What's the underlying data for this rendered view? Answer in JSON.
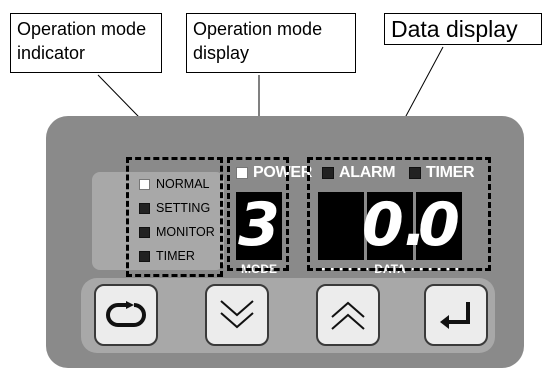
{
  "callouts": {
    "operation_mode_indicator": [
      "Operation mode",
      "indicator"
    ],
    "operation_mode_display": [
      "Operation mode",
      "display"
    ],
    "data_display": "Data display"
  },
  "indicators": {
    "normal": "NORMAL",
    "setting": "SETTING",
    "monitor": "MONITOR",
    "timer": "TIMER"
  },
  "top_indicators": {
    "power": "POWER",
    "alarm": "ALARM",
    "timer": "TIMER"
  },
  "mode_display": {
    "digit": "3",
    "label": "MODE"
  },
  "data_display": {
    "digit_integer": "0.",
    "digit_decimal": "0",
    "label": "DATA"
  },
  "buttons": [
    {
      "name": "mode-cycle",
      "icon": "loop-icon"
    },
    {
      "name": "down",
      "icon": "chevron-down-icon"
    },
    {
      "name": "up",
      "icon": "chevron-up-icon"
    },
    {
      "name": "enter",
      "icon": "enter-icon"
    }
  ],
  "colors": {
    "panel": "#8a8a8a",
    "panel_inset": "#a8a8a8",
    "lcd": "#000000",
    "indicator_off": "#222222",
    "indicator_on": "#ffffff"
  }
}
